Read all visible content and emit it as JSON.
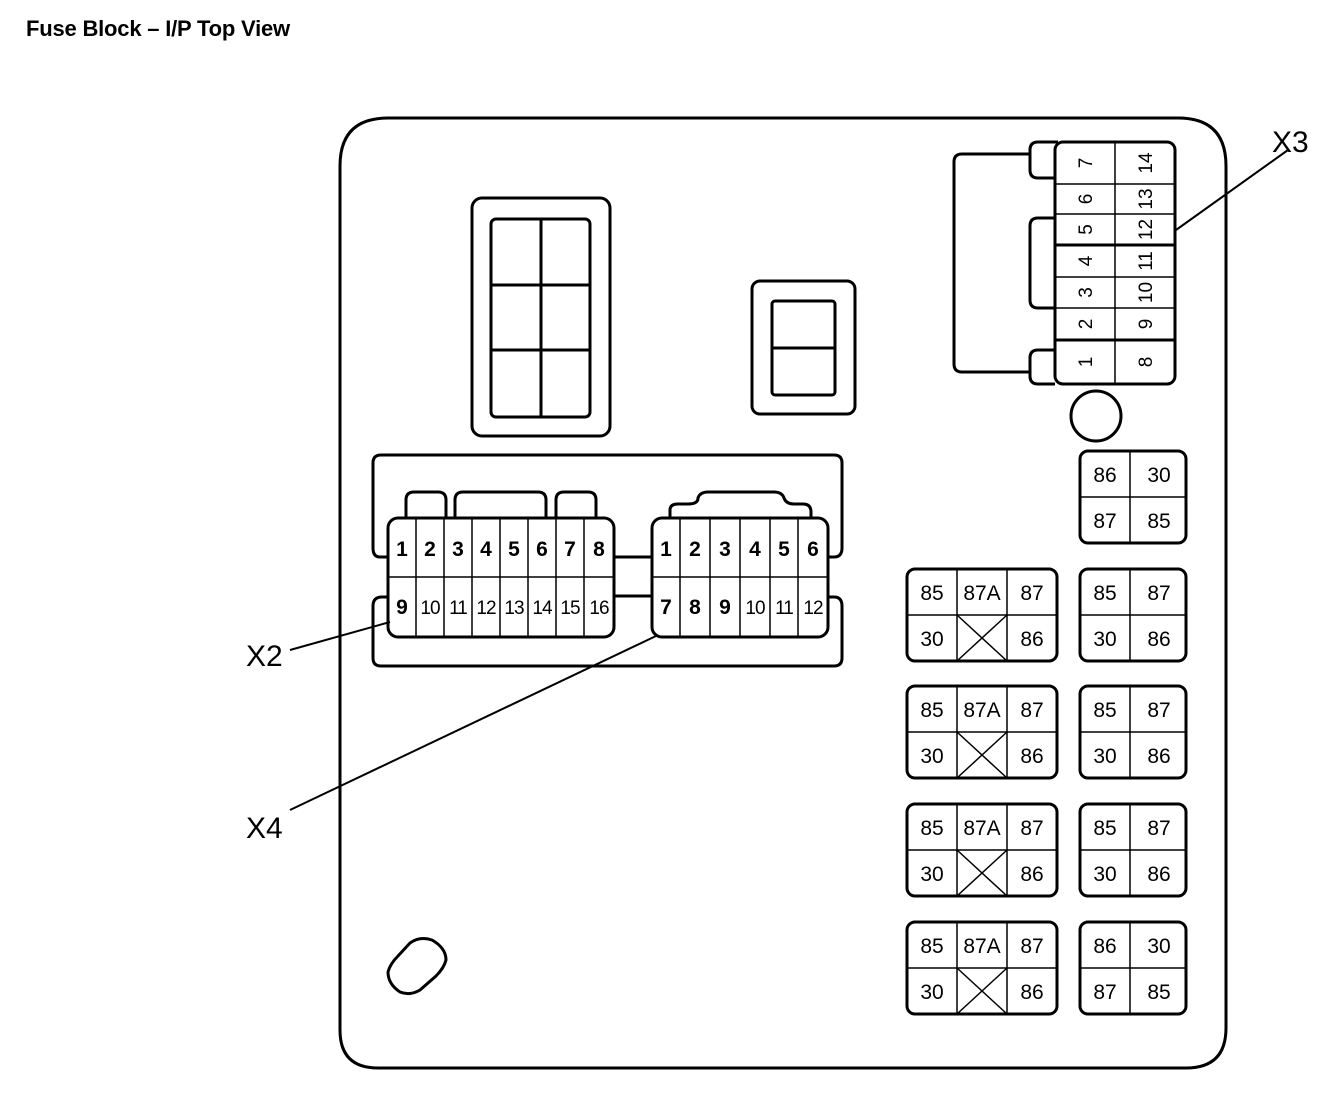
{
  "title": "Fuse Block – I/P Top View",
  "connectors": {
    "X2": {
      "label": "X2",
      "top_row": [
        "1",
        "2",
        "3",
        "4",
        "5",
        "6",
        "7",
        "8"
      ],
      "bottom_row": [
        "9",
        "10",
        "11",
        "12",
        "13",
        "14",
        "15",
        "16"
      ]
    },
    "X4": {
      "label": "X4",
      "top_row": [
        "1",
        "2",
        "3",
        "4",
        "5",
        "6"
      ],
      "bottom_row": [
        "7",
        "8",
        "9",
        "10",
        "11",
        "12"
      ]
    },
    "X3": {
      "label": "X3",
      "left_column": [
        "7",
        "6",
        "5",
        "4",
        "3",
        "2",
        "1"
      ],
      "right_column": [
        "14",
        "13",
        "12",
        "11",
        "10",
        "9",
        "8"
      ]
    }
  },
  "relays_5pin": [
    {
      "cells": [
        "85",
        "87A",
        "87",
        "30",
        "",
        "86"
      ]
    },
    {
      "cells": [
        "85",
        "87A",
        "87",
        "30",
        "",
        "86"
      ]
    },
    {
      "cells": [
        "85",
        "87A",
        "87",
        "30",
        "",
        "86"
      ]
    },
    {
      "cells": [
        "85",
        "87A",
        "87",
        "30",
        "",
        "86"
      ]
    }
  ],
  "relays_4pin": [
    {
      "cells": [
        "86",
        "30",
        "87",
        "85"
      ]
    },
    {
      "cells": [
        "85",
        "87",
        "30",
        "86"
      ]
    },
    {
      "cells": [
        "85",
        "87",
        "30",
        "86"
      ]
    },
    {
      "cells": [
        "85",
        "87",
        "30",
        "86"
      ]
    },
    {
      "cells": [
        "86",
        "30",
        "87",
        "85"
      ]
    }
  ],
  "colors": {
    "line": "#000000",
    "background": "#ffffff"
  }
}
